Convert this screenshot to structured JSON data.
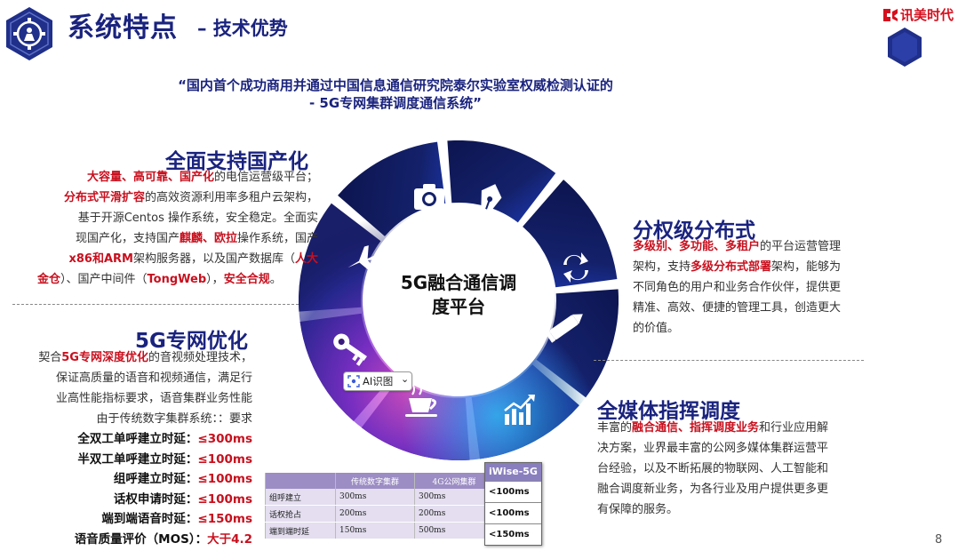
{
  "header": {
    "title": "系统特点",
    "subtitle": "– 技术优势",
    "brand_text": "讯美时代"
  },
  "quote": {
    "line1": "“国内首个成功商用并通过中国信息通信研究院泰尔实验室权威检测认证的",
    "line2": "- 5G专网集群调度通信系统”"
  },
  "center_label": {
    "line1": "5G融合通信调",
    "line2": "度平台"
  },
  "ai_pill": {
    "label": "AI识图",
    "chevron": "⌄"
  },
  "sections": {
    "domestic": {
      "title": "全面支持国产化",
      "l1": {
        "r1": "大容量、高可靠、国产化",
        "t1": "的电信运营级平台；"
      },
      "l2": {
        "r1": "分布式平滑扩容",
        "t1": "的高效资源利用率多租户云架构，"
      },
      "l3": {
        "t1": "基于开源Centos 操作系统，安全稳定。全面实"
      },
      "l4": {
        "t1": "现国产化，支持国产",
        "r1": "麒麟、欧拉",
        "t2": "操作系统，国产"
      },
      "l5": {
        "r1": "x86和ARM",
        "t1": "架构服务器，以及国产数据库（",
        "r2": "人大"
      },
      "l6": {
        "r1": "金仓",
        "t1": "）、国产中间件（",
        "r2": "TongWeb",
        "t2": "），",
        "r3": "安全合规",
        "t3": "。"
      }
    },
    "optimize5g": {
      "title": "5G专网优化",
      "l1": {
        "t1": "契合",
        "r1": "5G专网深度优化",
        "t2": "的音视频处理技术，"
      },
      "l2": {
        "t1": "保证高质量的语音和视频通信，满足行"
      },
      "l3": {
        "t1": "业高性能指标要求，语音集群业务性能"
      },
      "l4": {
        "t1": "由于传统数字集群系统：：要求"
      },
      "latency": [
        {
          "label": "全双工单呼建立时延：",
          "value": "≤300ms"
        },
        {
          "label": "半双工单呼建立时延：",
          "value": "≤100ms"
        },
        {
          "label": "组呼建立时延：",
          "value": "≤100ms"
        },
        {
          "label": "话权申请时延：",
          "value": "≤100ms"
        },
        {
          "label": "端到端语音时延：",
          "value": "≤150ms"
        },
        {
          "label": "语音质量评价（MOS）：",
          "value": "大于4.2"
        }
      ]
    },
    "hierarchy": {
      "title": "分权级分布式",
      "l1": {
        "r1": "多级别、多功能、多租户",
        "t1": "的平台运营管理"
      },
      "l2": {
        "t1": "架构，支持",
        "r1": "多级分布式部署",
        "t2": "架构，能够为"
      },
      "l3": {
        "t1": "不同角色的用户和业务合作伙伴，提供更"
      },
      "l4": {
        "t1": "精准、高效、便捷的管理工具，创造更大"
      },
      "l5": {
        "t1": "的价值。"
      }
    },
    "media": {
      "title": "全媒体指挥调度",
      "l1": {
        "t1": "丰富的",
        "r1": "融合通信、指挥调度业务",
        "t2": "和行业应用解"
      },
      "l2": {
        "t1": "决方案，业界最丰富的公网多媒体集群运营平"
      },
      "l3": {
        "t1": "台经验，以及不断拓展的物联网、人工智能和"
      },
      "l4": {
        "t1": "融合调度新业务，为各行业及用户提供更多更"
      },
      "l5": {
        "t1": "有保障的服务。"
      }
    }
  },
  "table": {
    "headers": [
      "",
      "传统数字集群",
      "4G公网集群"
    ],
    "rows": [
      [
        "组呼建立",
        "300ms",
        "300ms"
      ],
      [
        "话权抢占",
        "200ms",
        "200ms"
      ],
      [
        "端到端时延",
        "150ms",
        "500ms"
      ]
    ]
  },
  "iwise": {
    "header": "iWise-5G",
    "cells": [
      "<100ms",
      "<100ms",
      "<150ms"
    ]
  },
  "page_number": "8",
  "colors": {
    "navy": "#1a237e",
    "red": "#c8101e",
    "ring_start": "#0d1550",
    "ring_end": "#1d3bbd"
  },
  "icons": [
    "camera-icon",
    "pen-nib-icon",
    "refresh-icon",
    "pencil-icon",
    "growth-chart-icon",
    "coffee-cup-icon",
    "key-icon",
    "airplane-icon"
  ]
}
